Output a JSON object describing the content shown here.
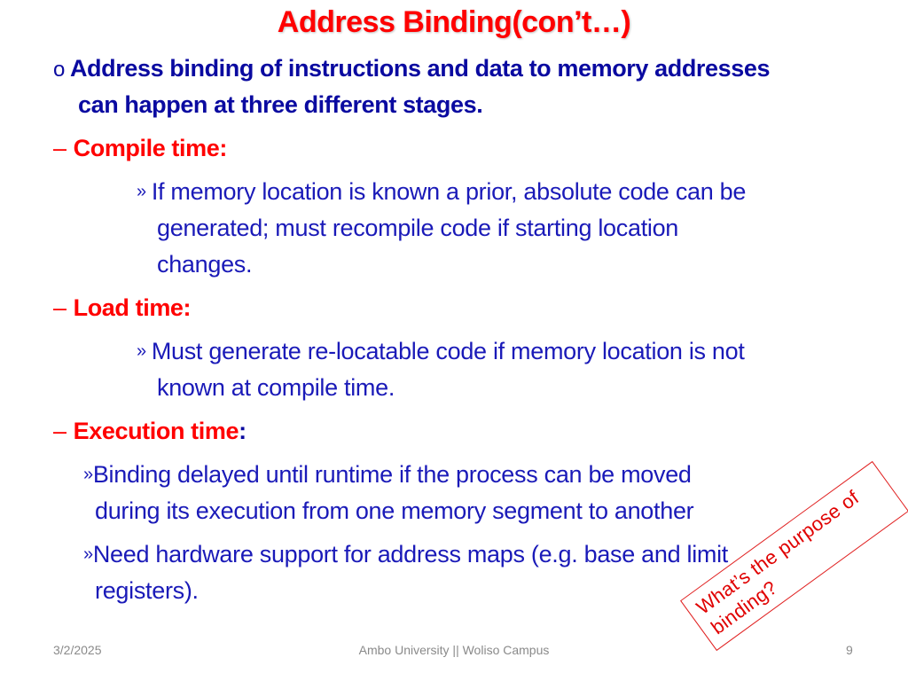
{
  "slide": {
    "title": "Address Binding(con’t…)",
    "intro_bullet": "o",
    "intro_line1": "Address binding of instructions and data to memory addresses",
    "intro_line2": "can happen at three different stages.",
    "dash": "–",
    "sub_bullet": "»",
    "sections": [
      {
        "heading": "Compile time:",
        "lines": [
          "If memory location is known a prior, absolute code can be",
          "generated; must recompile code if starting location",
          "changes."
        ]
      },
      {
        "heading": "Load time:",
        "lines": [
          "Must generate re-locatable code if memory location is not",
          "known at compile time."
        ]
      },
      {
        "heading": "Execution time",
        "heading_suffix": ":",
        "items": [
          [
            "Binding delayed until runtime if the process  can be moved",
            "during its execution from one memory segment to another"
          ],
          [
            "Need hardware support for  address maps (e.g. base and limit",
            "registers)."
          ]
        ]
      }
    ],
    "callout": {
      "line1": "What’s the purpose of",
      "line2": "binding?",
      "color": "#e00000"
    }
  },
  "footer": {
    "date": "3/2/2025",
    "center": "Ambo University || Woliso Campus",
    "page": "9"
  },
  "colors": {
    "title": "#ff0000",
    "body": "#0a0aa0",
    "heading": "#ff0000",
    "footer": "#8a8a8a"
  }
}
